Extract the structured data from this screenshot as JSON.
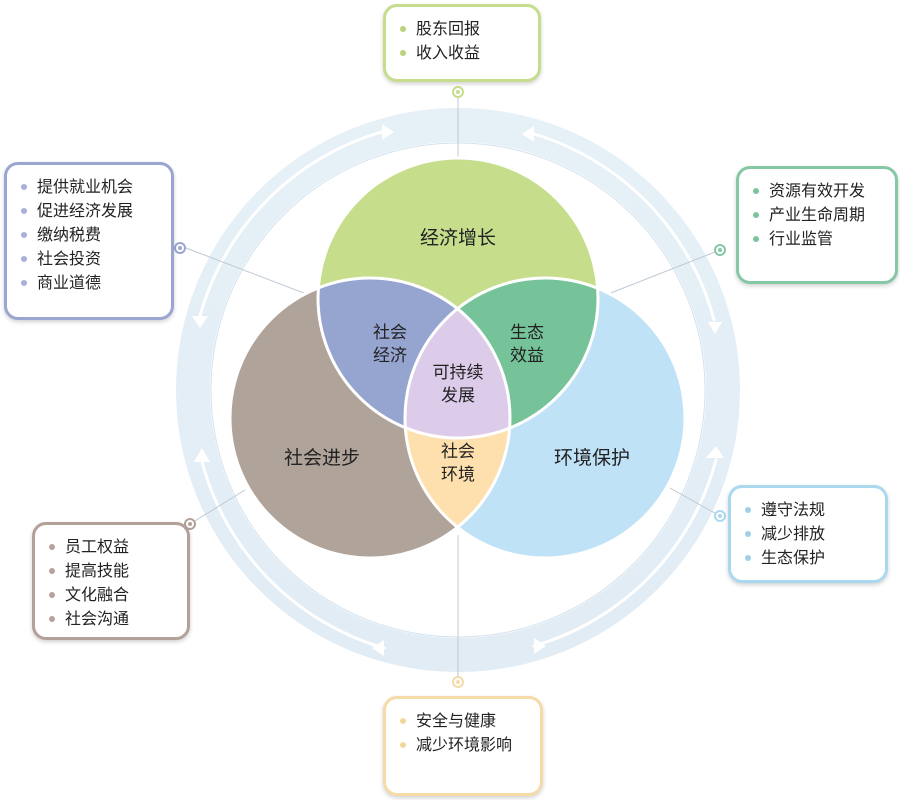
{
  "colors": {
    "economy": "#c6dd8b",
    "society": "#b0a399",
    "environment": "#bfe2f6",
    "social_economy": "#96a4d0",
    "ecological_benefit": "#76c39a",
    "social_environment": "#fde0ad",
    "sustainable": "#dccbe9",
    "ring": "#e3eef6"
  },
  "circles": {
    "economy": "经济增长",
    "society": "社会进步",
    "environment": "环境保护"
  },
  "overlaps": {
    "social_economy": [
      "社会",
      "经济"
    ],
    "ecological_benefit": [
      "生态",
      "效益"
    ],
    "social_environment": [
      "社会",
      "环境"
    ],
    "sustainable": [
      "可持续",
      "发展"
    ]
  },
  "boxes": {
    "top": [
      "股东回报",
      "收入收益"
    ],
    "left": [
      "提供就业机会",
      "促进经济发展",
      "缴纳税费",
      "社会投资",
      "商业道德"
    ],
    "right": [
      "资源有效开发",
      "产业生命周期",
      "行业监管"
    ],
    "bottom_right": [
      "遵守法规",
      "减少排放",
      "生态保护"
    ],
    "bottom_left": [
      "员工权益",
      "提高技能",
      "文化融合",
      "社会沟通"
    ],
    "bottom": [
      "安全与健康",
      "减少环境影响"
    ]
  }
}
